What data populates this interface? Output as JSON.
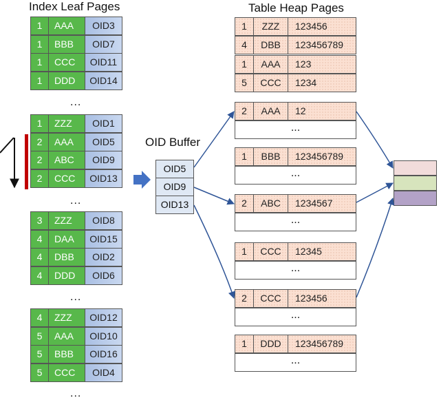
{
  "titles": {
    "index": "Index Leaf Pages",
    "heap": "Table Heap Pages",
    "buffer": "OID Buffer"
  },
  "ellipsis": "...",
  "index_groups": [
    [
      [
        "1",
        "AAA",
        "OID3"
      ],
      [
        "1",
        "BBB",
        "OID7"
      ],
      [
        "1",
        "CCC",
        "OID11"
      ],
      [
        "1",
        "DDD",
        "OID14"
      ]
    ],
    [
      [
        "1",
        "ZZZ",
        "OID1"
      ],
      [
        "2",
        "AAA",
        "OID5"
      ],
      [
        "2",
        "ABC",
        "OID9"
      ],
      [
        "2",
        "CCC",
        "OID13"
      ]
    ],
    [
      [
        "3",
        "ZZZ",
        "OID8"
      ],
      [
        "4",
        "DAA",
        "OID15"
      ],
      [
        "4",
        "DBB",
        "OID2"
      ],
      [
        "4",
        "DDD",
        "OID6"
      ]
    ],
    [
      [
        "4",
        "ZZZ",
        "OID12"
      ],
      [
        "5",
        "AAA",
        "OID10"
      ],
      [
        "5",
        "BBB",
        "OID16"
      ],
      [
        "5",
        "CCC",
        "OID4"
      ]
    ]
  ],
  "heap_top": [
    [
      "1",
      "ZZZ",
      "123456"
    ],
    [
      "4",
      "DBB",
      "123456789"
    ],
    [
      "1",
      "AAA",
      "123"
    ],
    [
      "5",
      "CCC",
      "1234"
    ]
  ],
  "heap_pages": [
    [
      "2",
      "AAA",
      "12"
    ],
    [
      "1",
      "BBB",
      "123456789"
    ],
    [
      "2",
      "ABC",
      "1234567"
    ],
    [
      "1",
      "CCC",
      "12345"
    ],
    [
      "2",
      "CCC",
      "123456"
    ],
    [
      "1",
      "DDD",
      "123456789"
    ]
  ],
  "oid_buffer": [
    "OID5",
    "OID9",
    "OID13"
  ],
  "colors": {
    "green": "#58b84b",
    "blue": "#b9cdea",
    "heap": "#fbe0d2",
    "arrow": "#2f5597",
    "bracket": "#c00000",
    "result": [
      "#f2dcdb",
      "#d7e4bd",
      "#b3a2c7"
    ]
  }
}
